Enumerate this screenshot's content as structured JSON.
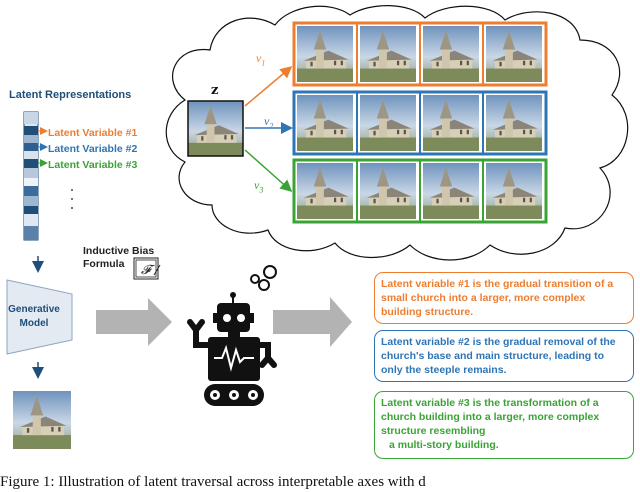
{
  "latent_title": "Latent Representations",
  "latent_vars": [
    "Latent Variable #1",
    "Latent Variable #2",
    "Latent Variable #3"
  ],
  "inductive_bias": "Inductive Bias Formula",
  "formula_symbol": "𝓕",
  "generative_model": "Generative Model",
  "z_label": "z",
  "direction_labels": [
    {
      "letter": "v",
      "sub": "1"
    },
    {
      "letter": "v",
      "sub": "2"
    },
    {
      "letter": "v",
      "sub": "3"
    }
  ],
  "descriptions": [
    "Latent variable #1 is the gradual transition of a small church into a larger, more complex building structure.",
    "Latent variable #2 is the gradual removal of the church's base and main structure, leading to only the steeple remains.",
    "Latent variable #3 is the transformation of a church building into a larger, more complex structure resembling"
  ],
  "description_3_tail": "a multi-story building.",
  "caption": "Figure 1: Illustration of latent traversal across interpretable axes with d",
  "colors": {
    "orange": "#ed7d31",
    "blue": "#2e75b6",
    "green": "#3aa335",
    "navy": "#1f4e79",
    "robot": "#111111",
    "arrow_gray": "#b3b3b3"
  },
  "icons": [
    "cloud-shape",
    "robot-icon",
    "church-image",
    "formula-icon",
    "block-arrow-icon"
  ]
}
